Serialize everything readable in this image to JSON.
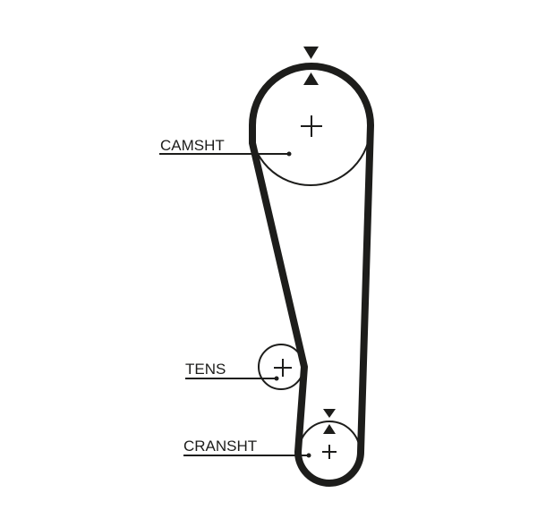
{
  "labels": {
    "camshaft": "CAMSHT",
    "tensioner": "TENS",
    "crankshaft": "CRANSHT"
  },
  "colors": {
    "ink": "#1d1d1b",
    "background": "#ffffff"
  },
  "icons": {
    "timing_mark_top": "triangle-pair-icon",
    "timing_mark_bottom": "triangle-pair-icon",
    "pulley_center": "plus-icon"
  }
}
